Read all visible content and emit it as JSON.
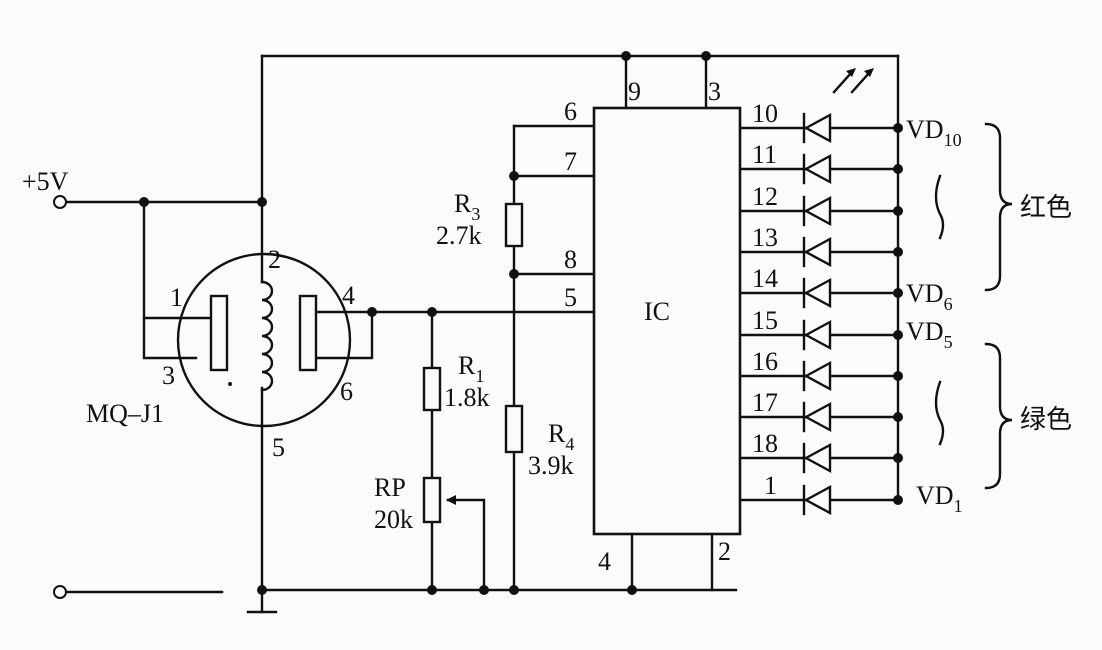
{
  "power": {
    "label": "+5V"
  },
  "sensor": {
    "name": "MQ–J1",
    "pins": {
      "p1": "1",
      "p2": "2",
      "p3": "3",
      "p4": "4",
      "p5": "5",
      "p6": "6"
    }
  },
  "resistors": {
    "r1": {
      "name": "R",
      "sub": "1",
      "value": "1.8k"
    },
    "r3": {
      "name": "R",
      "sub": "3",
      "value": "2.7k"
    },
    "r4": {
      "name": "R",
      "sub": "4",
      "value": "3.9k"
    },
    "rp": {
      "name": "RP",
      "value": "20k"
    }
  },
  "ic": {
    "label": "IC",
    "pins": {
      "p9": "9",
      "p3": "3",
      "p6": "6",
      "p7": "7",
      "p8": "8",
      "p5": "5",
      "p4": "4",
      "p2": "2",
      "p10": "10",
      "p11": "11",
      "p12": "12",
      "p13": "13",
      "p14": "14",
      "p15": "15",
      "p16": "16",
      "p17": "17",
      "p18": "18",
      "p1": "1"
    }
  },
  "leds": {
    "vd10": {
      "name": "VD",
      "sub": "10"
    },
    "vd6": {
      "name": "VD",
      "sub": "6"
    },
    "vd5": {
      "name": "VD",
      "sub": "5"
    },
    "vd1": {
      "name": "VD",
      "sub": "1"
    },
    "tilde": "∼"
  },
  "groups": {
    "red": "红色",
    "green": "绿色"
  },
  "colors": {
    "ink": "#111111",
    "background": "#fbfbfb"
  }
}
